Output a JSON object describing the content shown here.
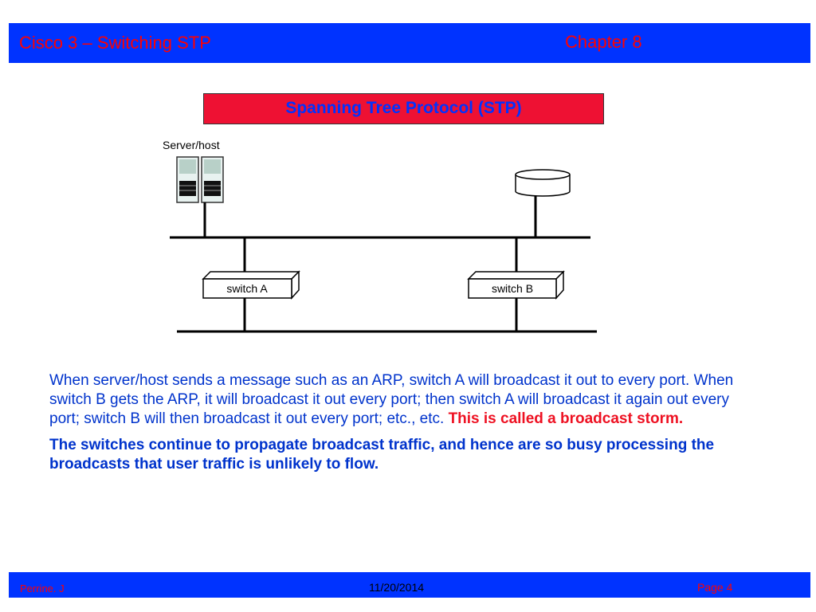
{
  "header": {
    "title": "Cisco 3 – Switching STP",
    "chapter": "Chapter 8"
  },
  "slide_title": "Spanning Tree Protocol (STP)",
  "diagram": {
    "server_label": "Server/host",
    "switch_a_label": "switch A",
    "switch_b_label": "switch B"
  },
  "body": {
    "paragraph1_plain": "When server/host sends a message such as an ARP, switch A will broadcast it out to every port. When switch B gets the ARP, it will broadcast it out every port; then switch A will broadcast it again out every port; switch B will then broadcast it out every port; etc., etc. ",
    "paragraph1_emphasis": "This is called a broadcast storm.",
    "paragraph2": "The switches continue to propagate broadcast traffic, and hence are so busy processing the broadcasts that user traffic is unlikely to flow."
  },
  "footer": {
    "author": "Perrine. J",
    "date": "11/20/2014",
    "page": "Page 4"
  },
  "colors": {
    "header_bg": "#0033ff",
    "title_bg": "#ee1133",
    "accent_red": "#ff0000",
    "text_blue": "#0033cc"
  }
}
